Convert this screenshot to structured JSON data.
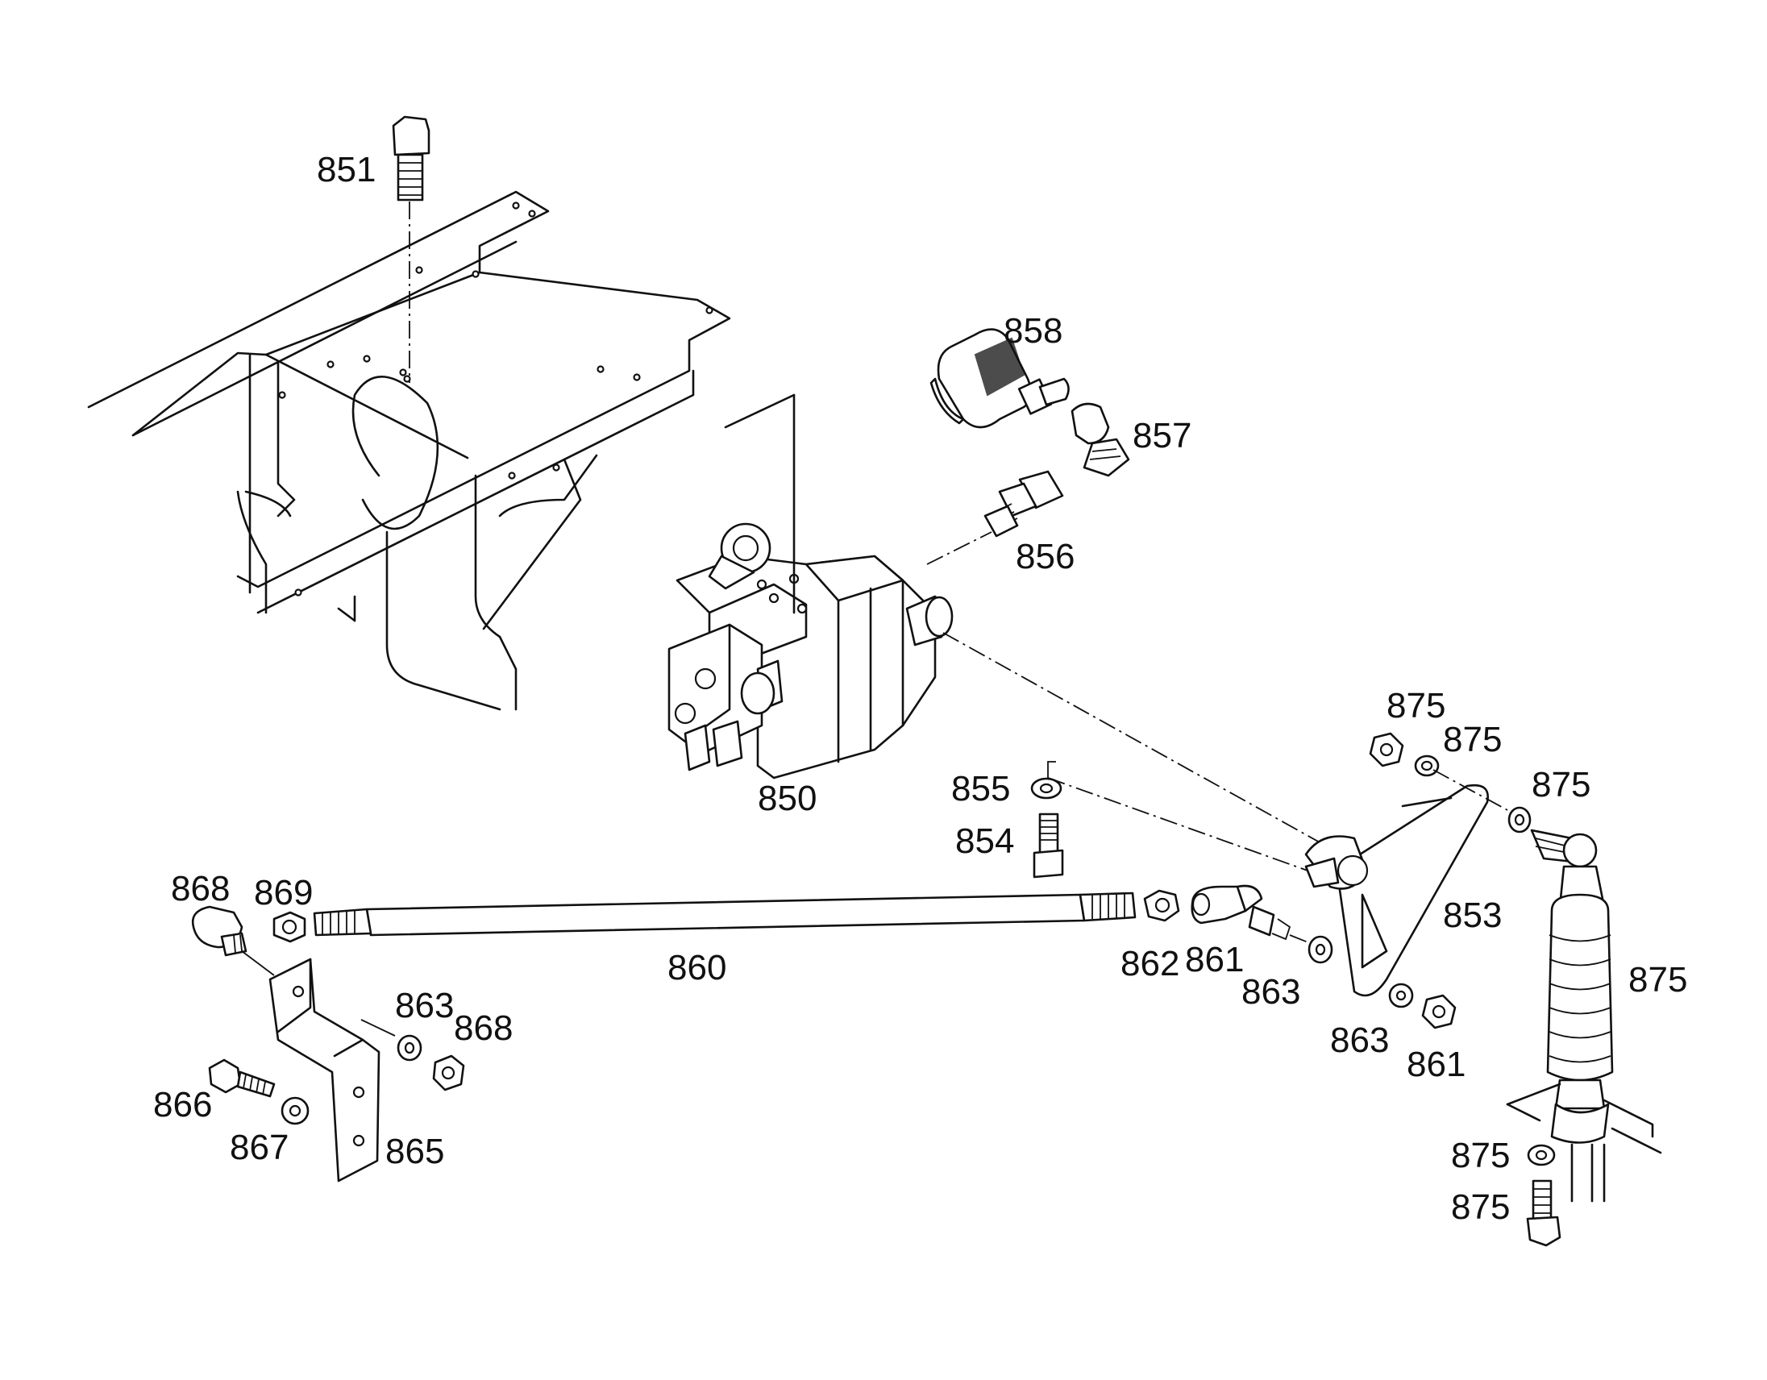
{
  "diagram": {
    "labels": [
      {
        "id": "851",
        "text": "851"
      },
      {
        "id": "858",
        "text": "858"
      },
      {
        "id": "857",
        "text": "857"
      },
      {
        "id": "856",
        "text": "856"
      },
      {
        "id": "850",
        "text": "850"
      },
      {
        "id": "855",
        "text": "855"
      },
      {
        "id": "854",
        "text": "854"
      },
      {
        "id": "868a",
        "text": "868"
      },
      {
        "id": "869",
        "text": "869"
      },
      {
        "id": "860",
        "text": "860"
      },
      {
        "id": "862",
        "text": "862"
      },
      {
        "id": "861a",
        "text": "861"
      },
      {
        "id": "863a",
        "text": "863"
      },
      {
        "id": "868b",
        "text": "868"
      },
      {
        "id": "866",
        "text": "866"
      },
      {
        "id": "867",
        "text": "867"
      },
      {
        "id": "865",
        "text": "865"
      },
      {
        "id": "863b",
        "text": "863"
      },
      {
        "id": "853",
        "text": "853"
      },
      {
        "id": "863c",
        "text": "863"
      },
      {
        "id": "861b",
        "text": "861"
      },
      {
        "id": "875a",
        "text": "875"
      },
      {
        "id": "875b",
        "text": "875"
      },
      {
        "id": "875c",
        "text": "875"
      },
      {
        "id": "875d",
        "text": "875"
      },
      {
        "id": "875e",
        "text": "875"
      },
      {
        "id": "875f",
        "text": "875"
      }
    ]
  }
}
